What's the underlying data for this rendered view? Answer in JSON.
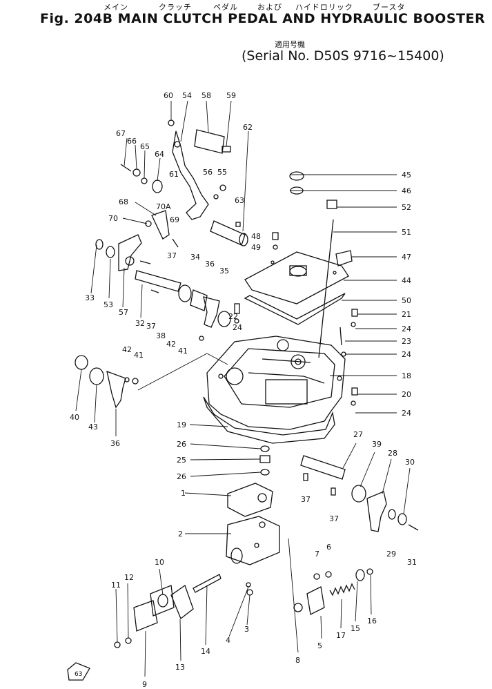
{
  "header": {
    "jp_words": [
      "メイン",
      "クラッチ",
      "ペダル",
      "および",
      "ハイドロリック",
      "ブースタ"
    ],
    "title": "Fig. 204B   MAIN  CLUTCH  PEDAL  AND    HYDRAULIC  BOOSTER",
    "serial_jp": "適用号機",
    "serial": "(Serial No. D50S  9716~15400)"
  },
  "callouts": [
    "60",
    "54",
    "58",
    "59",
    "67",
    "66",
    "65",
    "64",
    "62",
    "56",
    "55",
    "61",
    "63",
    "68",
    "70A",
    "69",
    "70",
    "45",
    "46",
    "52",
    "51",
    "48",
    "49",
    "47",
    "44",
    "37",
    "34",
    "36",
    "35",
    "33",
    "53",
    "57",
    "32",
    "37",
    "38",
    "22",
    "24",
    "42",
    "41",
    "50",
    "21",
    "24",
    "23",
    "24",
    "42",
    "41",
    "18",
    "40",
    "43",
    "36",
    "20",
    "24",
    "19",
    "26",
    "25",
    "26",
    "27",
    "39",
    "28",
    "30",
    "1",
    "37",
    "37",
    "2",
    "29",
    "31",
    "10",
    "12",
    "11",
    "7",
    "6",
    "14",
    "13",
    "9",
    "3",
    "4",
    "8",
    "5",
    "17",
    "15",
    "16"
  ],
  "page_mark": "63"
}
